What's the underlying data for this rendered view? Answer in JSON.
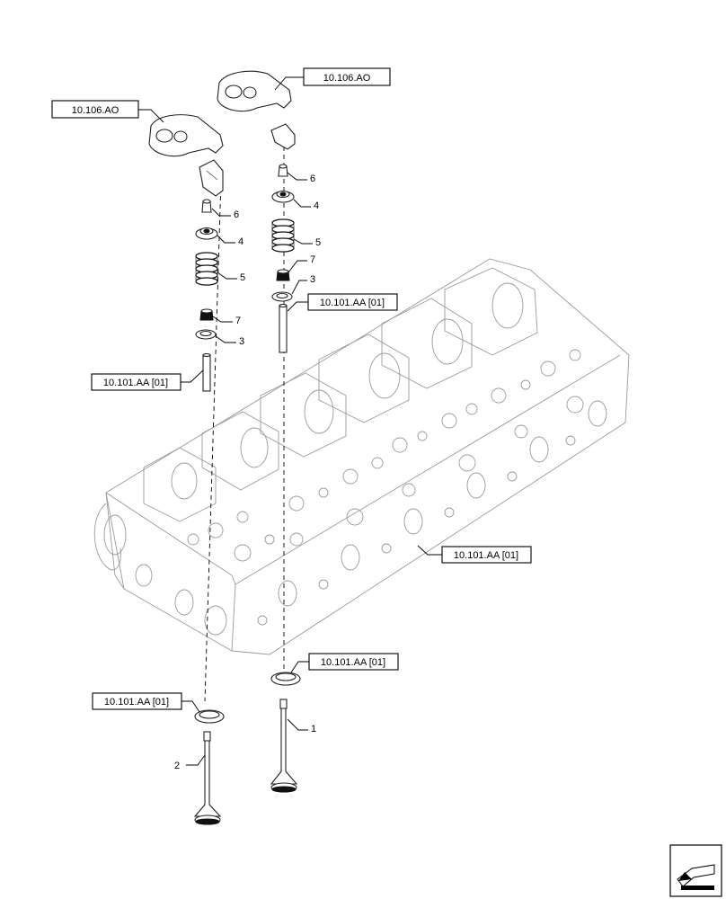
{
  "references": {
    "rocker_arm_left": "10.106.AO",
    "rocker_arm_right": "10.106.AO",
    "guide_left": "10.101.AA [01]",
    "guide_right": "10.101.AA [01]",
    "cylinder_head": "10.101.AA [01]",
    "seat_right": "10.101.AA [01]",
    "seat_left": "10.101.AA [01]"
  },
  "item_numbers": {
    "left_6": "6",
    "left_4": "4",
    "left_5": "5",
    "left_7": "7",
    "left_3": "3",
    "right_6": "6",
    "right_4": "4",
    "right_5": "5",
    "right_7": "7",
    "right_3": "3",
    "valve_1": "1",
    "valve_2": "2"
  },
  "nav_icon": "next-page-arrow-icon"
}
